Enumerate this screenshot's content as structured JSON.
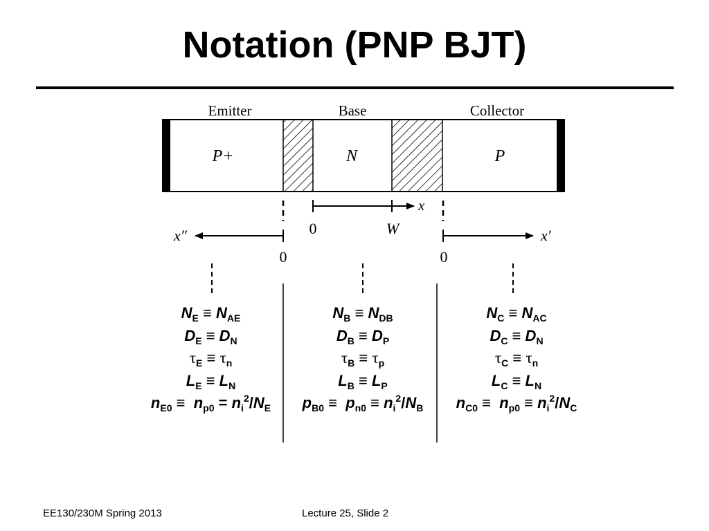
{
  "slide": {
    "title": "Notation (PNP BJT)",
    "footer_left": "EE130/230M Spring 2013",
    "footer_center": "Lecture 25, Slide 2"
  },
  "diagram": {
    "region_headers": {
      "emitter": "Emitter",
      "base": "Base",
      "collector": "Collector"
    },
    "region_types": {
      "emitter": "P+",
      "base": "N",
      "collector": "P"
    },
    "axes": {
      "base_axis": {
        "label": "x",
        "origin": "0",
        "end": "W"
      },
      "emitter_axis": {
        "label": "x″",
        "origin": "0"
      },
      "collector_axis": {
        "label": "x′",
        "origin": "0"
      }
    }
  },
  "notation": {
    "emitter": {
      "N": {
        "sym": "N",
        "sub": "E",
        "eq": "≡",
        "rsym": "N",
        "rsub": "AE"
      },
      "D": {
        "sym": "D",
        "sub": "E",
        "eq": "≡",
        "rsym": "D",
        "rsub": "N"
      },
      "tau": {
        "sym": "τ",
        "sub": "E",
        "eq": "≡",
        "rsym": "τ",
        "rsub": "n"
      },
      "L": {
        "sym": "L",
        "sub": "E",
        "eq": "≡",
        "rsym": "L",
        "rsub": "N"
      },
      "n0": {
        "sym": "n",
        "sub": "E0",
        "eq": "≡",
        "mid": "n",
        "midsub": "p0",
        "eq2": "=",
        "ni": "n",
        "nisub": "i",
        "sq": "2",
        "slash": "/",
        "den": "N",
        "densub": "E"
      }
    },
    "base": {
      "N": {
        "sym": "N",
        "sub": "B",
        "eq": "≡",
        "rsym": "N",
        "rsub": "DB"
      },
      "D": {
        "sym": "D",
        "sub": "B",
        "eq": "≡",
        "rsym": "D",
        "rsub": "P"
      },
      "tau": {
        "sym": "τ",
        "sub": "B",
        "eq": "≡",
        "rsym": "τ",
        "rsub": "p"
      },
      "L": {
        "sym": "L",
        "sub": "B",
        "eq": "≡",
        "rsym": "L",
        "rsub": "P"
      },
      "n0": {
        "sym": "p",
        "sub": "B0",
        "eq": "≡",
        "mid": "p",
        "midsub": "n0",
        "eq2": "≡",
        "ni": "n",
        "nisub": "i",
        "sq": "2",
        "slash": "/",
        "den": "N",
        "densub": "B"
      }
    },
    "collector": {
      "N": {
        "sym": "N",
        "sub": "C",
        "eq": "≡",
        "rsym": "N",
        "rsub": "AC"
      },
      "D": {
        "sym": "D",
        "sub": "C",
        "eq": "≡",
        "rsym": "D",
        "rsub": "N"
      },
      "tau": {
        "sym": "τ",
        "sub": "C",
        "eq": "≡",
        "rsym": "τ",
        "rsub": "n"
      },
      "L": {
        "sym": "L",
        "sub": "C",
        "eq": "≡",
        "rsym": "L",
        "rsub": "N"
      },
      "n0": {
        "sym": "n",
        "sub": "C0",
        "eq": "≡",
        "mid": "n",
        "midsub": "p0",
        "eq2": "≡",
        "ni": "n",
        "nisub": "i",
        "sq": "2",
        "slash": "/",
        "den": "N",
        "densub": "C"
      }
    }
  }
}
